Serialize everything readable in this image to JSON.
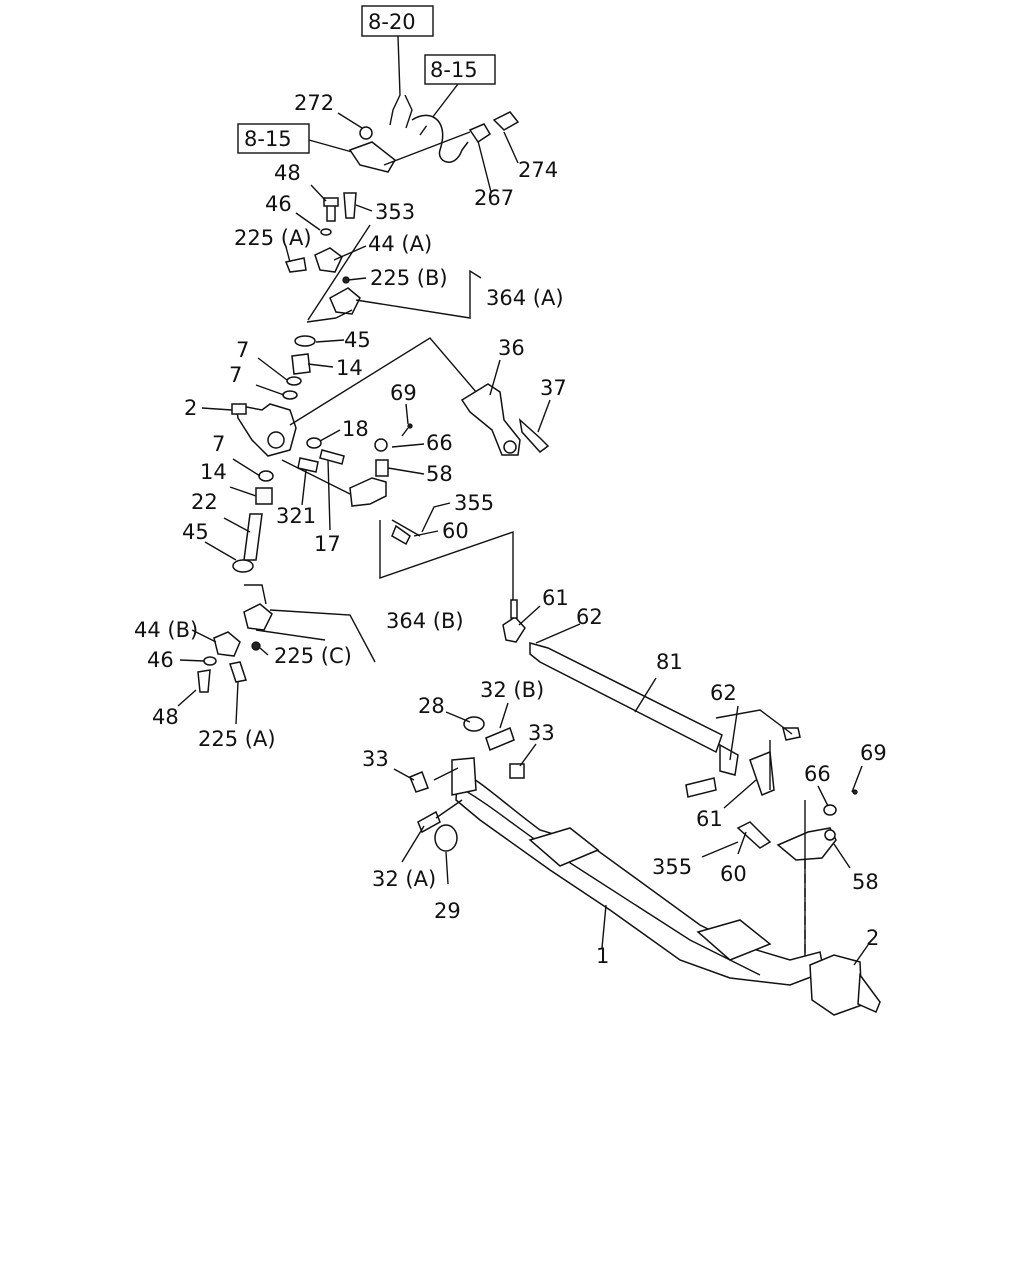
{
  "diagram": {
    "ref_boxes": [
      "8-20",
      "8-15",
      "8-15"
    ],
    "callouts": [
      "272",
      "48",
      "46",
      "225 (A)",
      "353",
      "44 (A)",
      "225 (B)",
      "364 (A)",
      "274",
      "267",
      "45",
      "7",
      "14",
      "7",
      "36",
      "37",
      "2",
      "69",
      "18",
      "66",
      "58",
      "7",
      "14",
      "321",
      "355",
      "22",
      "17",
      "60",
      "45",
      "61",
      "62",
      "364 (B)",
      "44 (B)",
      "225 (C)",
      "46",
      "81",
      "48",
      "225 (A)",
      "28",
      "32 (B)",
      "62",
      "33",
      "33",
      "69",
      "66",
      "61",
      "355",
      "60",
      "58",
      "32 (A)",
      "29",
      "2",
      "1"
    ]
  }
}
